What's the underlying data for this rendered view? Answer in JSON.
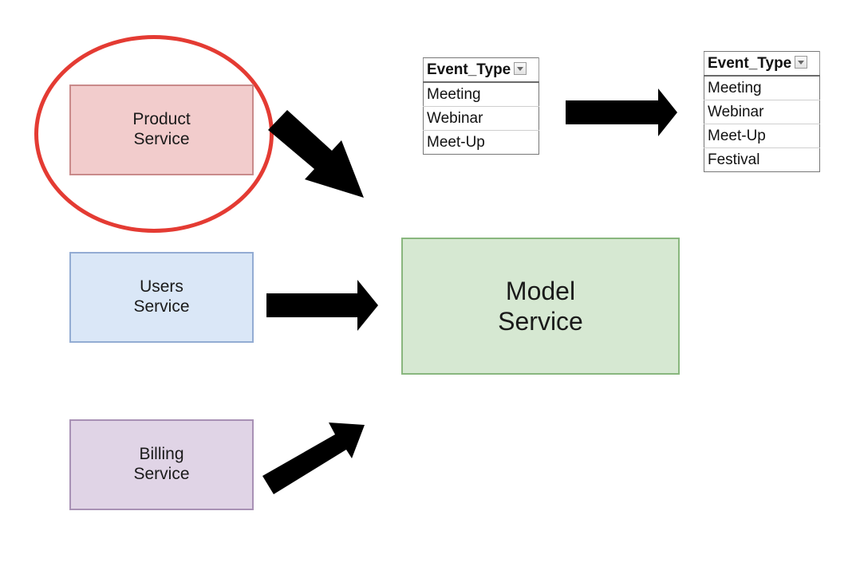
{
  "services": {
    "product": "Product\nService",
    "users": "Users\nService",
    "billing": "Billing\nService",
    "model": "Model\nService"
  },
  "table_before": {
    "header": "Event_Type",
    "rows": [
      "Meeting",
      "Webinar",
      "Meet-Up"
    ]
  },
  "table_after": {
    "header": "Event_Type",
    "rows": [
      "Meeting",
      "Webinar",
      "Meet-Up",
      "Festival"
    ]
  },
  "colors": {
    "product_fill": "#f2cccc",
    "users_fill": "#dae7f7",
    "billing_fill": "#e0d4e6",
    "model_fill": "#d6e8d2",
    "highlight": "#e43b33",
    "arrow": "#000000"
  }
}
